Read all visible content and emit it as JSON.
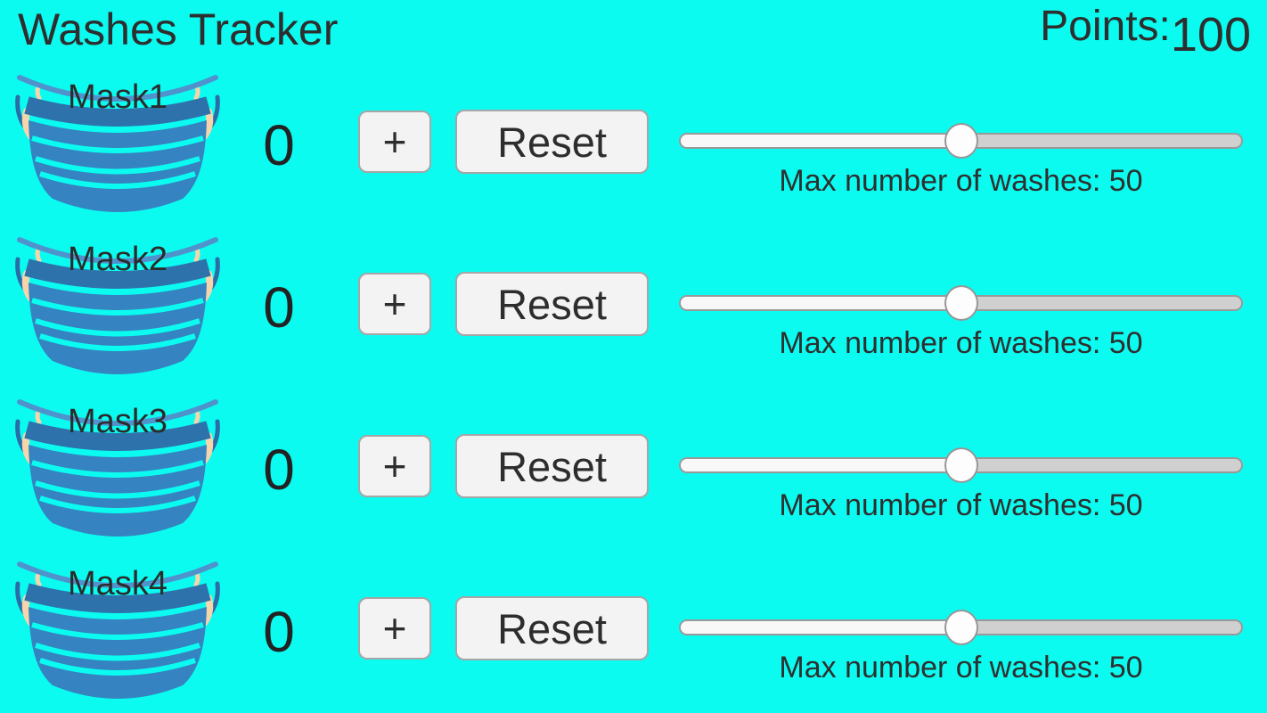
{
  "header": {
    "title": "Washes Tracker",
    "points_label": "Points:",
    "points_value": "100"
  },
  "controls": {
    "increment_label": "+",
    "reset_label": "Reset"
  },
  "colors": {
    "background": "#0bfbf1",
    "mask_body": "#3583c0",
    "mask_band": "#2e72ac",
    "mask_strap": "#4f93cc",
    "button_background": "#f3f3f3",
    "text": "#2e2e2e"
  },
  "masks": [
    {
      "label": "Mask1",
      "count": "0",
      "slider_percent": 50,
      "max_washes_text": "Max number of washes: 50"
    },
    {
      "label": "Mask2",
      "count": "0",
      "slider_percent": 50,
      "max_washes_text": "Max number of washes: 50"
    },
    {
      "label": "Mask3",
      "count": "0",
      "slider_percent": 50,
      "max_washes_text": "Max number of washes: 50"
    },
    {
      "label": "Mask4",
      "count": "0",
      "slider_percent": 50,
      "max_washes_text": "Max number of washes: 50"
    }
  ]
}
